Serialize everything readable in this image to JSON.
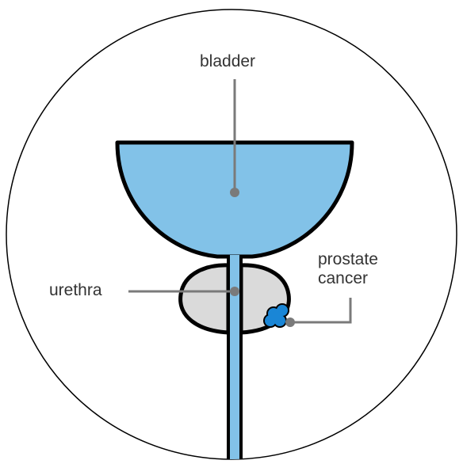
{
  "labels": {
    "bladder": "bladder",
    "urethra": "urethra",
    "prostate_cancer_line1": "prostate",
    "prostate_cancer_line2": "cancer"
  },
  "colors": {
    "bladder_fill": "#82c2e8",
    "prostate_fill": "#dadada",
    "tumor_fill": "#1a86d6",
    "outline": "#000000",
    "leader_line": "#7a7a7a",
    "label_text": "#333333",
    "background": "#ffffff"
  }
}
